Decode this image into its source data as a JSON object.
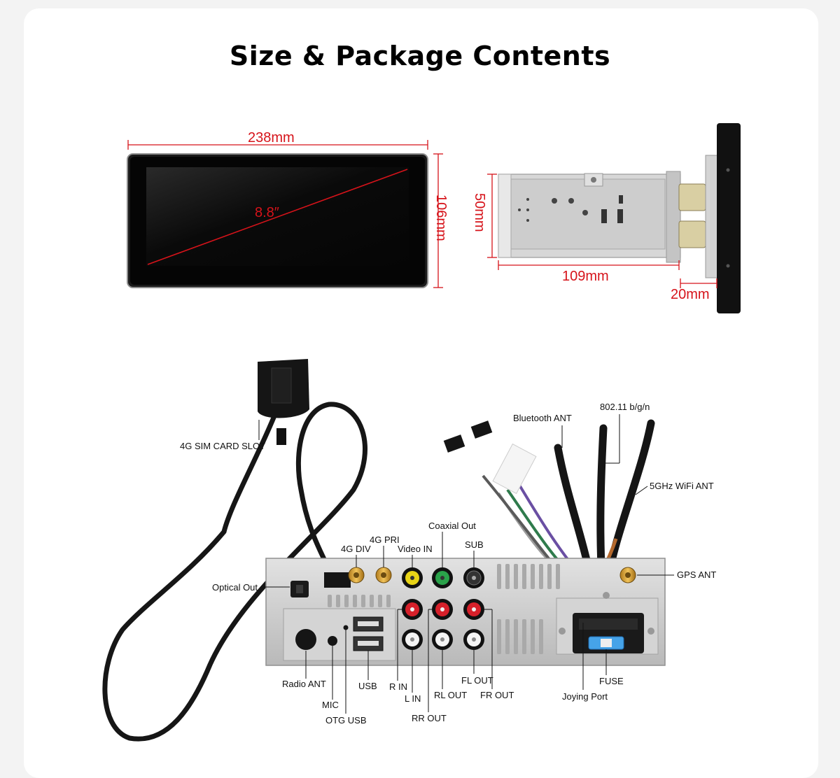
{
  "title": "Size & Package Contents",
  "dimensions": {
    "width": "238mm",
    "height": "106mm",
    "diagonal": "8.8″",
    "depth_height": "50mm",
    "depth": "109mm",
    "bezel": "20mm"
  },
  "labels": {
    "sim": "4G SIM CARD SLOT",
    "bluetooth": "Bluetooth ANT",
    "wifi": "802.11 b/g/n",
    "wifi5": "5GHz WiFi ANT",
    "gps": "GPS ANT",
    "optical": "Optical Out",
    "div": "4G DIV",
    "pri": "4G PRI",
    "coaxial": "Coaxial Out",
    "videoin": "Video IN",
    "sub": "SUB",
    "radio": "Radio ANT",
    "mic": "MIC",
    "otg": "OTG USB",
    "usb": "USB",
    "rin": "R IN",
    "lin": "L IN",
    "rrout": "RR OUT",
    "rlout": "RL OUT",
    "flout": "FL OUT",
    "frout": "FR OUT",
    "joying": "Joying Port",
    "fuse": "FUSE"
  },
  "colors": {
    "accent": "#d6131a",
    "chassis": "#c9c9c9",
    "screen": "#0b0b0b"
  }
}
